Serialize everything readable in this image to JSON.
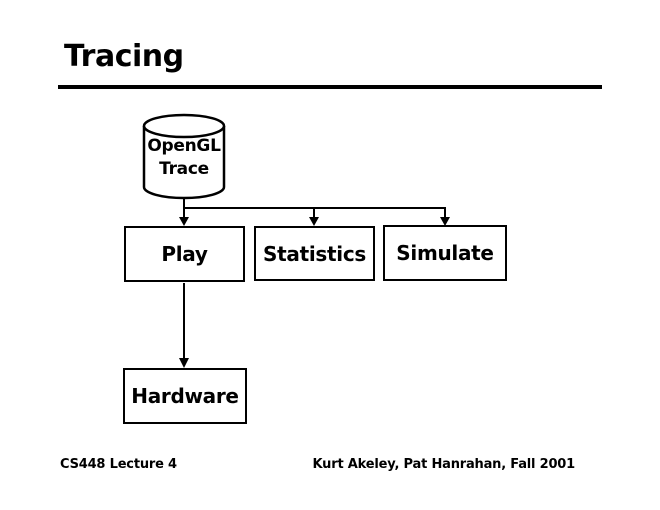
{
  "slide": {
    "title": "Tracing",
    "footer_left": "CS448 Lecture 4",
    "footer_right": "Kurt Akeley, Pat Hanrahan, Fall 2001"
  },
  "diagram": {
    "source": {
      "shape": "cylinder",
      "label": "OpenGL\nTrace"
    },
    "nodes": [
      {
        "id": "play",
        "label": "Play"
      },
      {
        "id": "statistics",
        "label": "Statistics"
      },
      {
        "id": "simulate",
        "label": "Simulate"
      },
      {
        "id": "hardware",
        "label": "Hardware"
      }
    ],
    "edges": [
      {
        "from": "opengl-trace",
        "to": "play"
      },
      {
        "from": "opengl-trace",
        "to": "statistics"
      },
      {
        "from": "opengl-trace",
        "to": "simulate"
      },
      {
        "from": "play",
        "to": "hardware"
      }
    ],
    "colors": {
      "stroke": "#000000",
      "fill": "#ffffff",
      "background": "#ffffff"
    }
  }
}
